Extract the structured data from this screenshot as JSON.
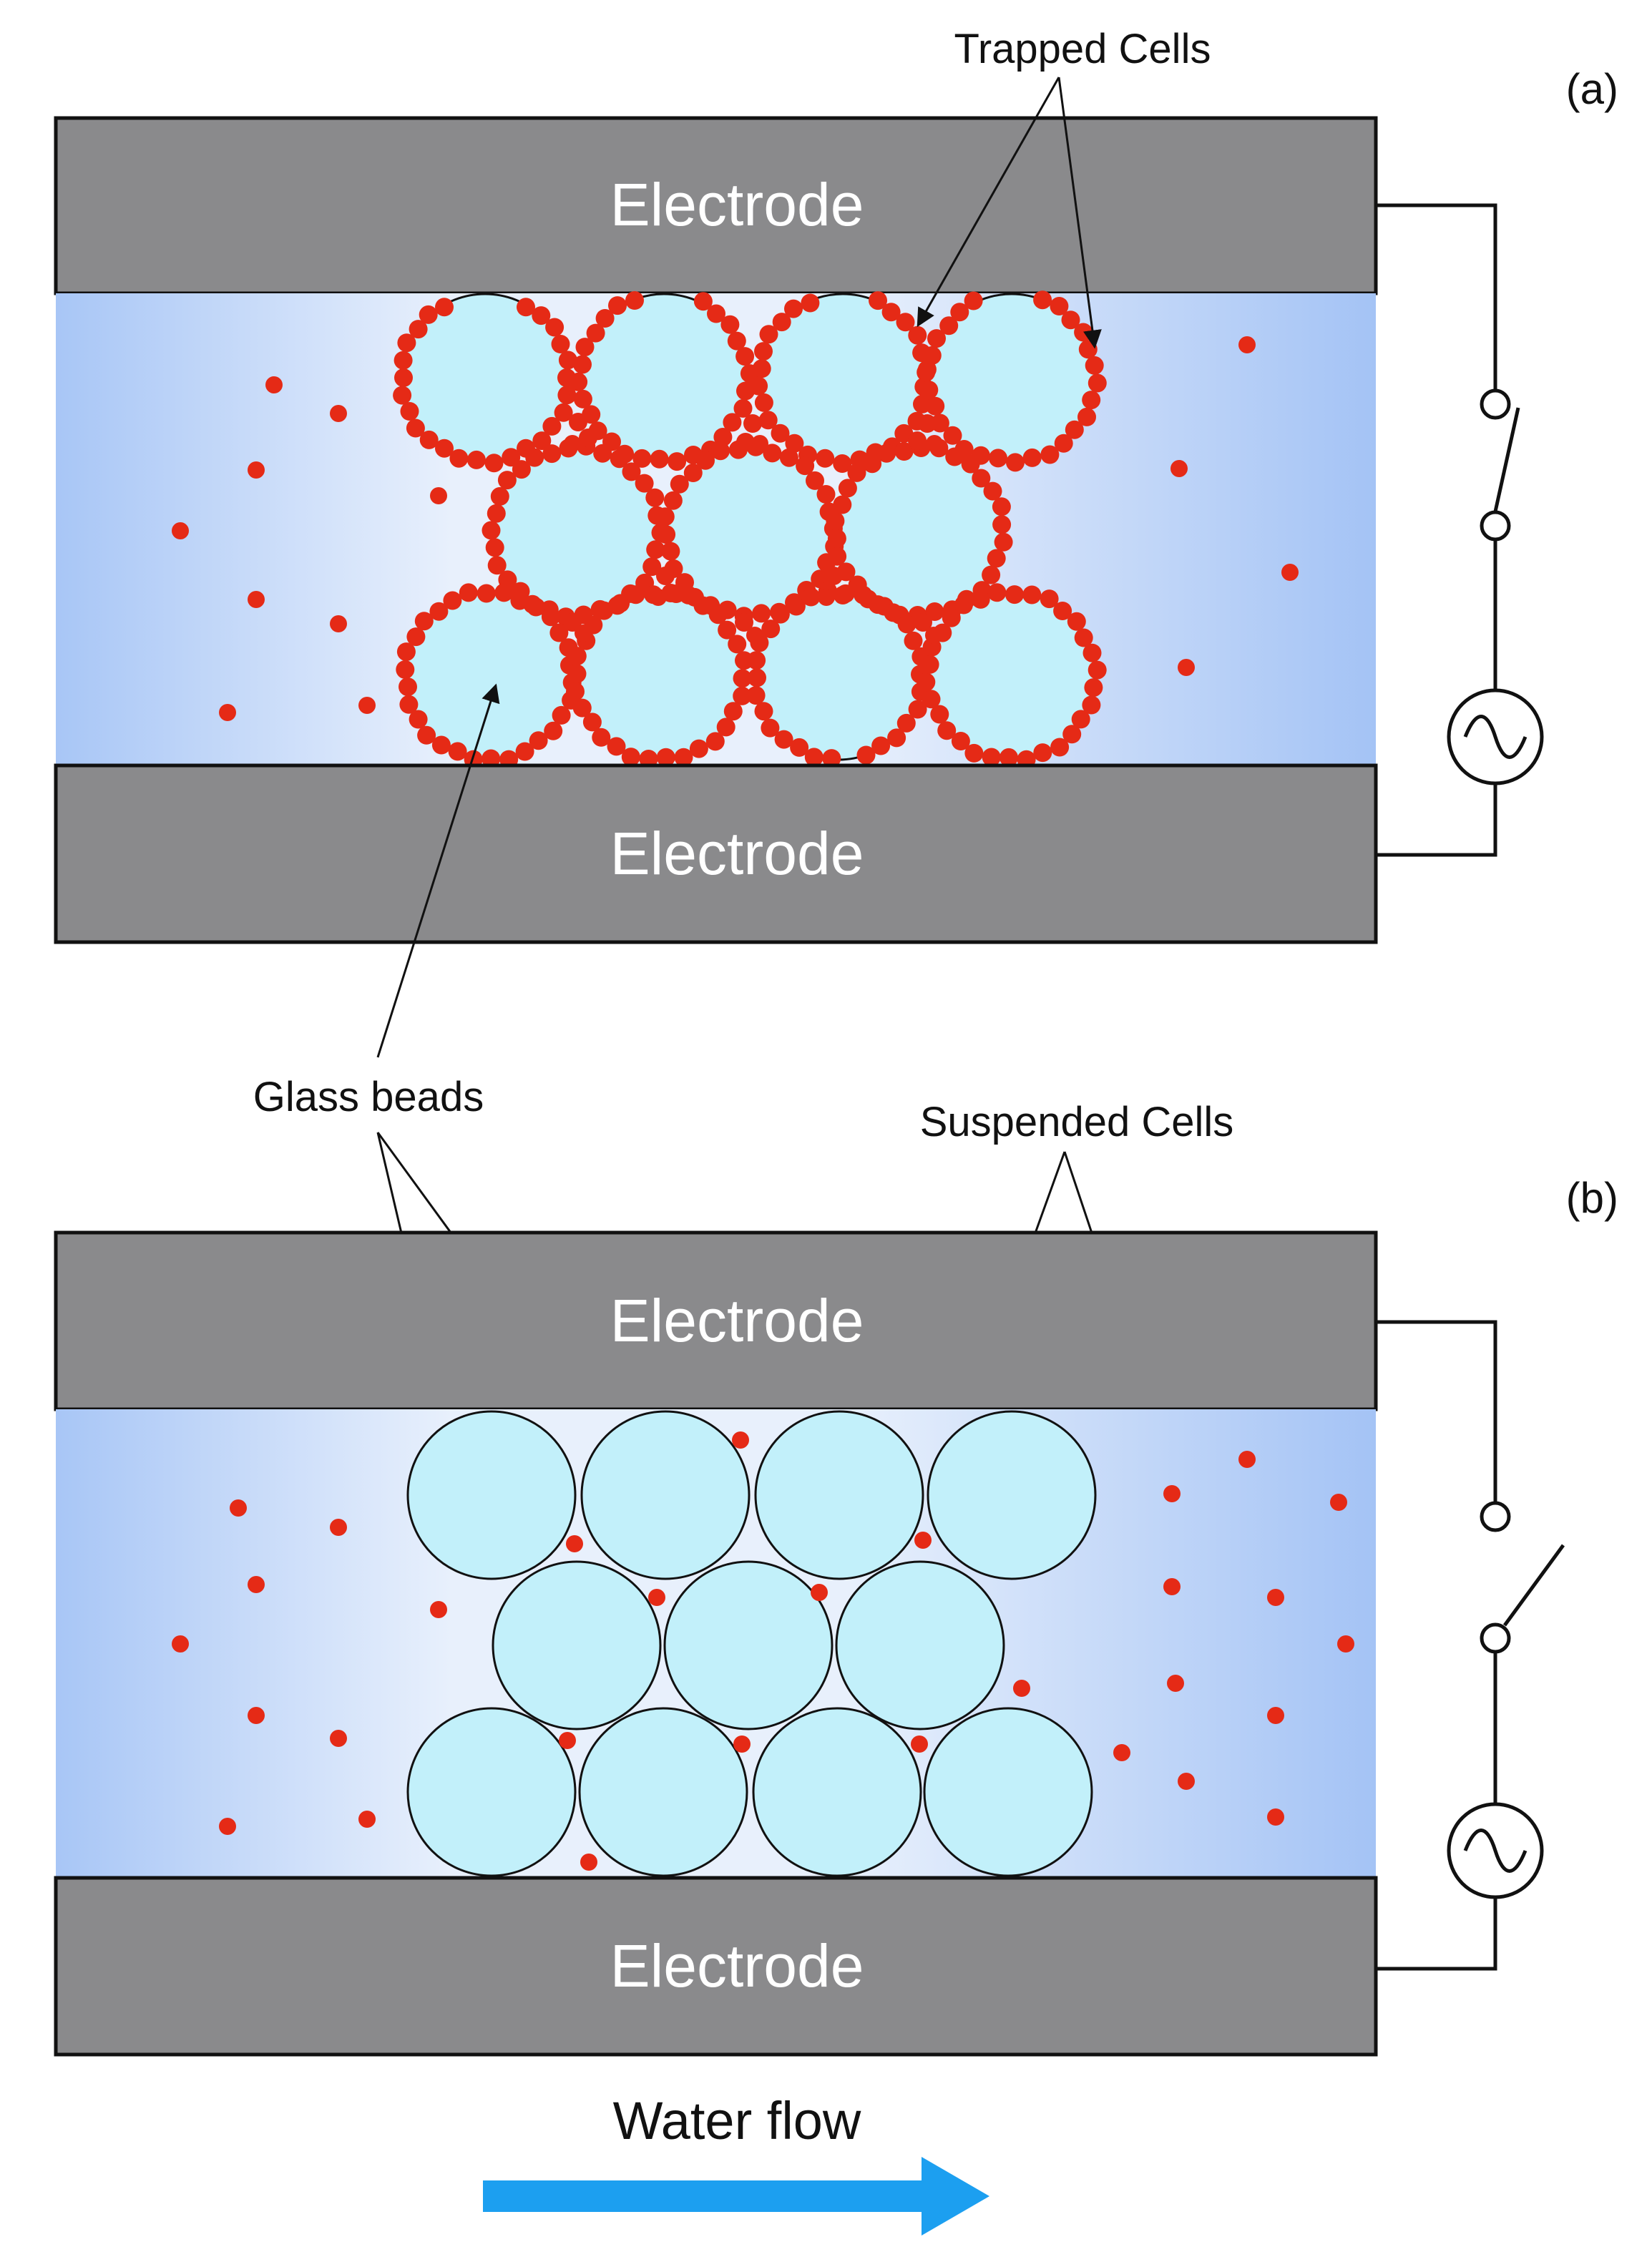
{
  "figure": {
    "panel_a_label": "(a)",
    "panel_b_label": "(b)",
    "electrode_label": "Electrode",
    "trapped_cells_label": "Trapped Cells",
    "glass_beads_label": "Glass beads",
    "suspended_cells_label": "Suspended Cells",
    "water_flow_label": "Water flow"
  },
  "panel_a": {
    "switch_state": "closed",
    "cells_state": "trapped on beads"
  },
  "panel_b": {
    "switch_state": "open",
    "cells_state": "suspended"
  },
  "colors": {
    "electrode": "#8a8a8c",
    "channel_center": "#ecf2fc",
    "channel_edge": "#a8c6f6",
    "bead": "#c2f0fa",
    "cell": "#e52a16",
    "flow_arrow": "#1c9ff0"
  }
}
